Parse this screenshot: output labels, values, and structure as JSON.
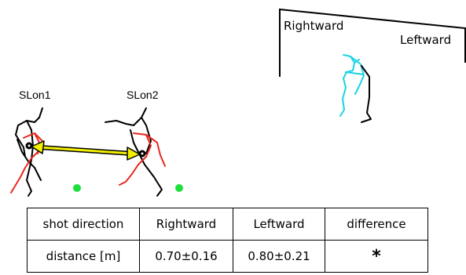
{
  "labels": {
    "slon1": "SLon1",
    "slon2": "SLon2",
    "right_word": "Rightward",
    "left_word": "Leftward"
  },
  "colors": {
    "trunk": "#000000",
    "leg_red": "#e8281e",
    "figure_cyan": "#19d3e6",
    "ball_green": "#1ee03c",
    "arrow_yellow": "#f3f000"
  },
  "table": {
    "header": [
      "shot direction",
      "Rightward",
      "Leftward",
      "difference"
    ],
    "row": [
      "distance [m]",
      "0.70±0.16",
      "0.80±0.21",
      "*"
    ]
  }
}
